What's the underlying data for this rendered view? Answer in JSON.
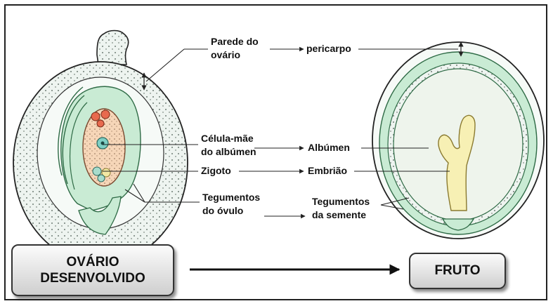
{
  "labels": {
    "parede_line1": "Parede do",
    "parede_line2": "ovário",
    "pericarpo": "pericarpo",
    "celula_line1": "Célula-mãe",
    "celula_line2": "do albúmen",
    "albumen": "Albúmen",
    "zigoto": "Zigoto",
    "embriao": "Embrião",
    "teg_ovulo_line1": "Tegumentos",
    "teg_ovulo_line2": "do óvulo",
    "teg_semente_line1": "Tegumentos",
    "teg_semente_line2": "da semente"
  },
  "boxes": {
    "ovario_line1": "OVÁRIO",
    "ovario_line2": "DESENVOLVIDO",
    "fruto": "FRUTO"
  },
  "colors": {
    "ovary_wall": "#edf4ef",
    "green_layer": "#bfe6cc",
    "embryo_sac": "#f5cfae",
    "endosperm": "#edf2e6",
    "embryo": "#f7f0b4"
  }
}
